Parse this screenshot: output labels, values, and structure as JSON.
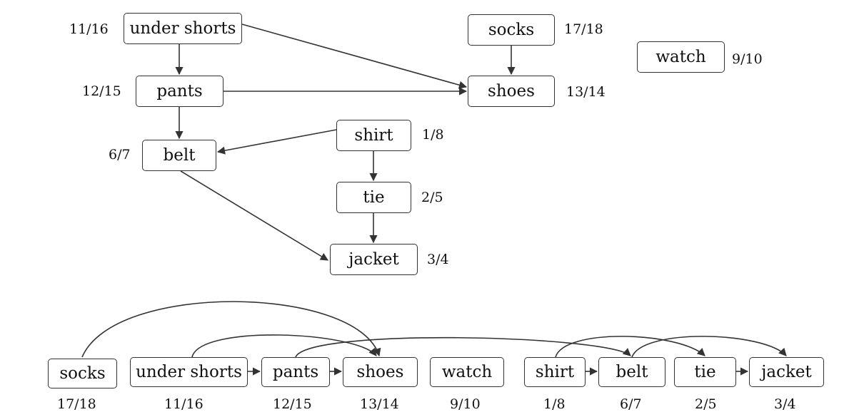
{
  "graph": {
    "nodes": [
      {
        "id": "undershorts",
        "label": "under shorts",
        "time": "11/16"
      },
      {
        "id": "socks",
        "label": "socks",
        "time": "17/18"
      },
      {
        "id": "watch",
        "label": "watch",
        "time": "9/10"
      },
      {
        "id": "pants",
        "label": "pants",
        "time": "12/15"
      },
      {
        "id": "shoes",
        "label": "shoes",
        "time": "13/14"
      },
      {
        "id": "shirt",
        "label": "shirt",
        "time": "1/8"
      },
      {
        "id": "belt",
        "label": "belt",
        "time": "6/7"
      },
      {
        "id": "tie",
        "label": "tie",
        "time": "2/5"
      },
      {
        "id": "jacket",
        "label": "jacket",
        "time": "3/4"
      }
    ],
    "edges": [
      {
        "from": "undershorts",
        "to": "pants"
      },
      {
        "from": "undershorts",
        "to": "shoes"
      },
      {
        "from": "socks",
        "to": "shoes"
      },
      {
        "from": "pants",
        "to": "shoes"
      },
      {
        "from": "pants",
        "to": "belt"
      },
      {
        "from": "shirt",
        "to": "belt"
      },
      {
        "from": "shirt",
        "to": "tie"
      },
      {
        "from": "tie",
        "to": "jacket"
      },
      {
        "from": "belt",
        "to": "jacket"
      }
    ]
  },
  "order": {
    "sequence": [
      "socks",
      "undershorts",
      "pants",
      "shoes",
      "watch",
      "shirt",
      "belt",
      "tie",
      "jacket"
    ]
  },
  "colors": {
    "stroke": "#333333",
    "text": "#111111",
    "background": "#ffffff"
  }
}
